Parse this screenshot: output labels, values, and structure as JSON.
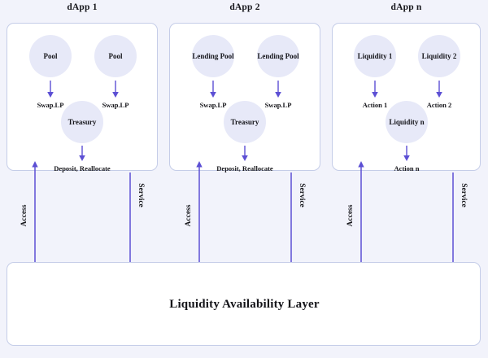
{
  "page": {
    "background_color": "#f2f3fb",
    "panel_fill": "#ffffff",
    "panel_border": "#c5cde8",
    "node_fill": "#e7e9f8",
    "arrow_color": "#5c4fd4",
    "text_color": "#16161b"
  },
  "panels": [
    {
      "title": "dApp 1",
      "nodes": [
        {
          "label": "Pool",
          "edge_label": "Swap.LP"
        },
        {
          "label": "Pool",
          "edge_label": "Swap.LP"
        },
        {
          "label": "Treasury",
          "edge_label": "Deposit, Reallocate"
        }
      ],
      "connectors": [
        {
          "label": "Access",
          "direction": "up"
        },
        {
          "label": "Service",
          "direction": "down"
        }
      ]
    },
    {
      "title": "dApp 2",
      "nodes": [
        {
          "label": "Lending Pool",
          "edge_label": "Swap.LP"
        },
        {
          "label": "Lending Pool",
          "edge_label": "Swap.LP"
        },
        {
          "label": "Treasury",
          "edge_label": "Deposit, Reallocate"
        }
      ],
      "connectors": [
        {
          "label": "Access",
          "direction": "up"
        },
        {
          "label": "Service",
          "direction": "down"
        }
      ]
    },
    {
      "title": "dApp n",
      "nodes": [
        {
          "label": "Liquidity 1",
          "edge_label": "Action 1"
        },
        {
          "label": "Liquidity 2",
          "edge_label": "Action 2"
        },
        {
          "label": "Liquidity n",
          "edge_label": "Action n"
        }
      ],
      "connectors": [
        {
          "label": "Access",
          "direction": "up"
        },
        {
          "label": "Service",
          "direction": "down"
        }
      ]
    }
  ],
  "bottom_layer": {
    "title": "Liquidity Availability Layer"
  }
}
